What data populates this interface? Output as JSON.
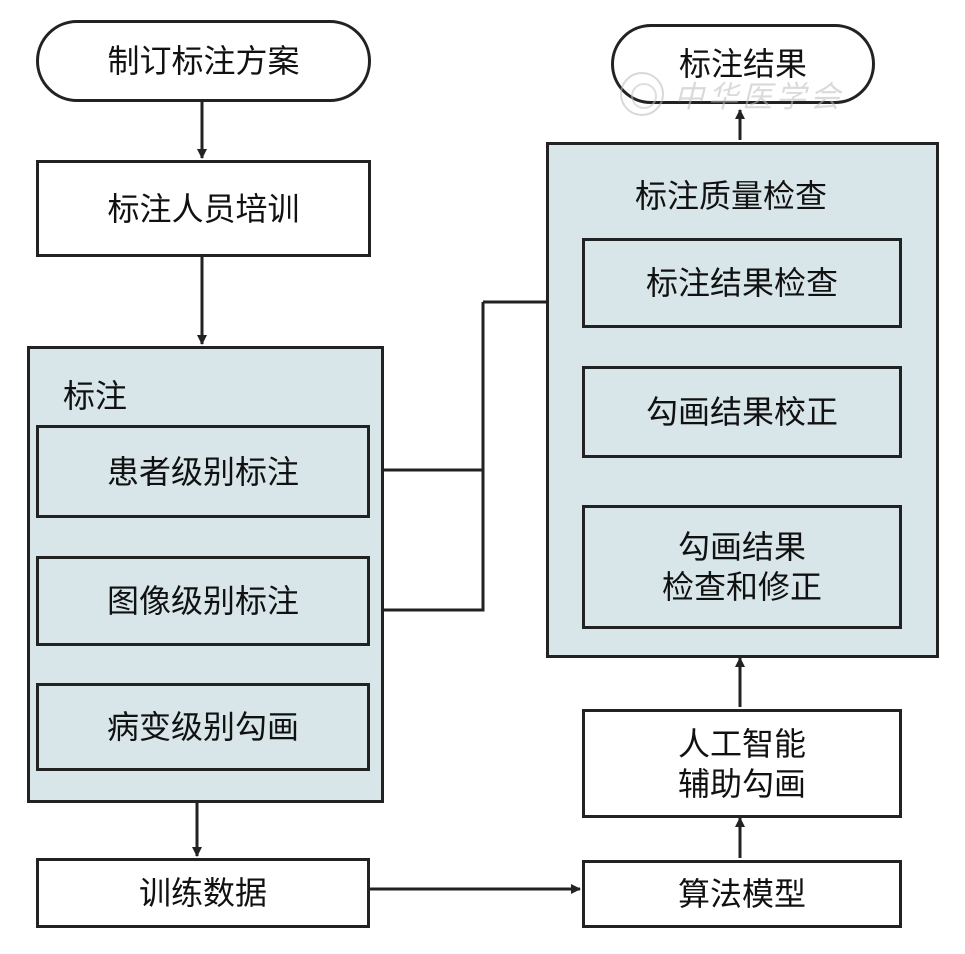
{
  "colors": {
    "panel": "#d8e6ea",
    "line": "#222222",
    "box": "#ffffff"
  },
  "nodes": {
    "plan": "制订标注方案",
    "training": "标注人员培训",
    "annotation_group": "标注",
    "patient_level": "患者级别标注",
    "image_level": "图像级别标注",
    "lesion_level": "病变级别勾画",
    "train_data": "训练数据",
    "algorithm": "算法模型",
    "ai_assist_line1": "人工智能",
    "ai_assist_line2": "辅助勾画",
    "quality_group": "标注质量检查",
    "result_check": "标注结果检查",
    "contour_correct": "勾画结果校正",
    "contour_check_line1": "勾画结果",
    "contour_check_line2": "检查和修正",
    "final_result": "标注结果"
  },
  "watermark": {
    "icon": "seal-emblem-icon",
    "text": "中华医学会"
  }
}
